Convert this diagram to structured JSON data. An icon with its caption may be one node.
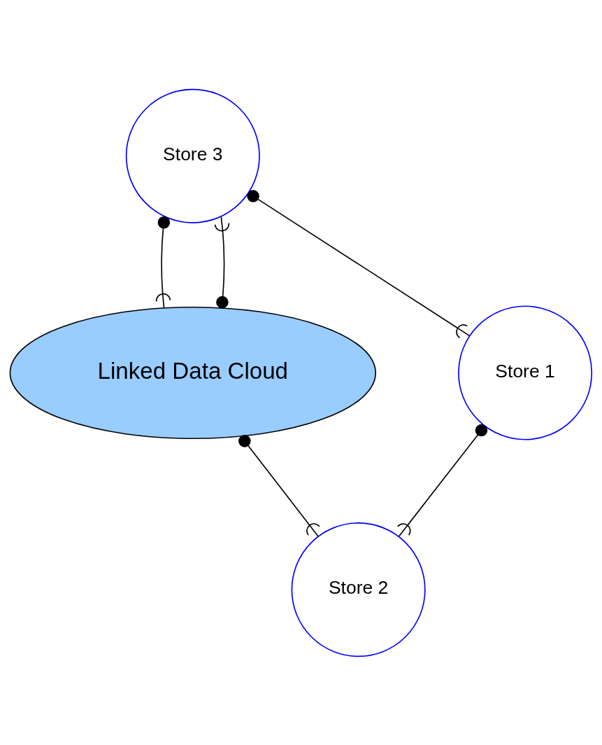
{
  "diagram": {
    "nodes": [
      {
        "text": [
          "Store 2"
        ]
      },
      {
        "text": [
          "Store 1"
        ]
      },
      {
        "text": [
          "Linked Data Cloud"
        ]
      },
      {
        "text": [
          "Store 3"
        ]
      }
    ],
    "edges": [
      {
        "from": 1,
        "to": 0,
        "arrow": "other"
      },
      {
        "from": 2,
        "to": 0,
        "arrow": "other"
      },
      {
        "from": 3,
        "to": 1,
        "arrow": "other"
      },
      {
        "from": 3,
        "to": 2,
        "arrow": "other"
      },
      {
        "from": 2,
        "to": 3,
        "arrow": "other"
      }
    ]
  }
}
